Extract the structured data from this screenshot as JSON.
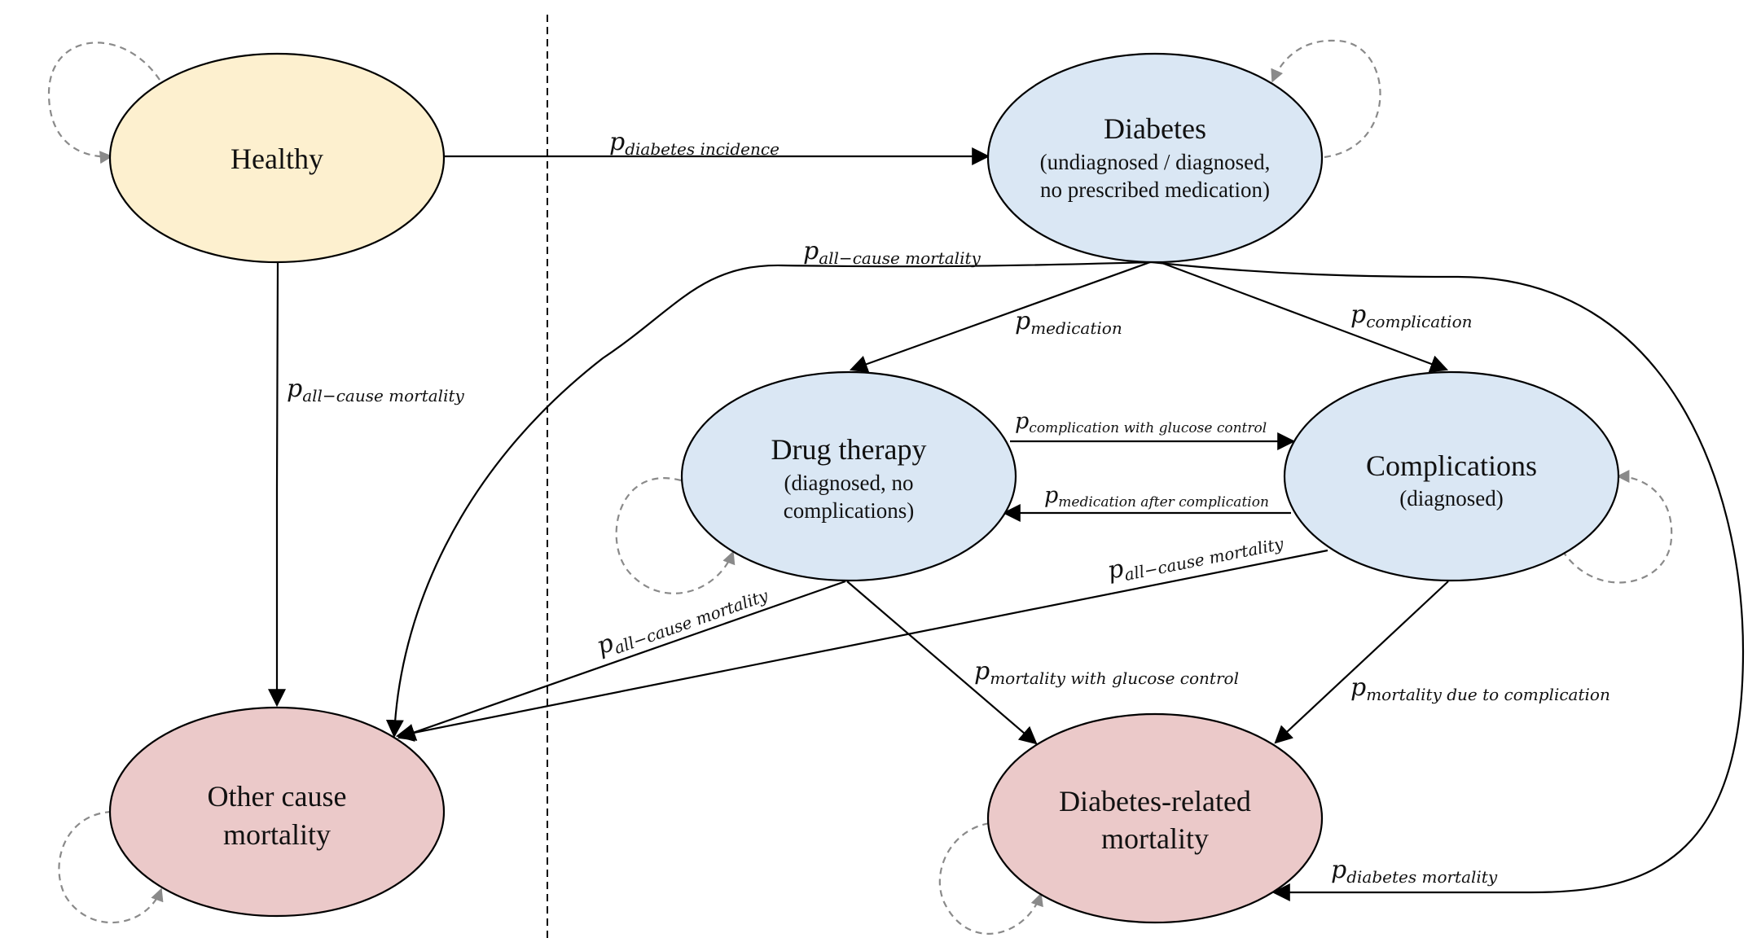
{
  "colors": {
    "healthy": "#fdf0cf",
    "diabetes_state": "#dae7f4",
    "mortality": "#ebc9c9",
    "loop": "#8a8a8a",
    "line": "#000000"
  },
  "nodes": {
    "healthy": {
      "title": "Healthy"
    },
    "diabetes": {
      "title": "Diabetes",
      "sub1": "(undiagnosed / diagnosed,",
      "sub2": "no prescribed medication)"
    },
    "drug": {
      "title": "Drug therapy",
      "sub1": "(diagnosed, no",
      "sub2": "complications)"
    },
    "complications": {
      "title": "Complications",
      "sub1": "(diagnosed)"
    },
    "other_mortality": {
      "title1": "Other cause",
      "title2": "mortality"
    },
    "diabetes_mortality": {
      "title1": "Diabetes-related",
      "title2": "mortality"
    }
  },
  "edges": {
    "diabetes_incidence": {
      "p": "p",
      "sub": "diabetes incidence"
    },
    "healthy_allcause": {
      "p": "p",
      "sub": "all−cause mortality"
    },
    "diabetes_allcause": {
      "p": "p",
      "sub": "all−cause mortality"
    },
    "medication": {
      "p": "p",
      "sub": "medication"
    },
    "complication": {
      "p": "p",
      "sub": "complication"
    },
    "complication_glucose": {
      "p": "p",
      "sub": "complication with glucose control"
    },
    "medication_after": {
      "p": "p",
      "sub": "medication after complication"
    },
    "drug_allcause": {
      "p": "p",
      "sub": "all−cause mortality"
    },
    "comp_allcause": {
      "p": "p",
      "sub": "all−cause mortality"
    },
    "mortality_glucose": {
      "p": "p",
      "sub": "mortality with glucose control"
    },
    "mortality_complication": {
      "p": "p",
      "sub": "mortality due to complication"
    },
    "diabetes_mortality": {
      "p": "p",
      "sub": "diabetes mortality"
    }
  }
}
